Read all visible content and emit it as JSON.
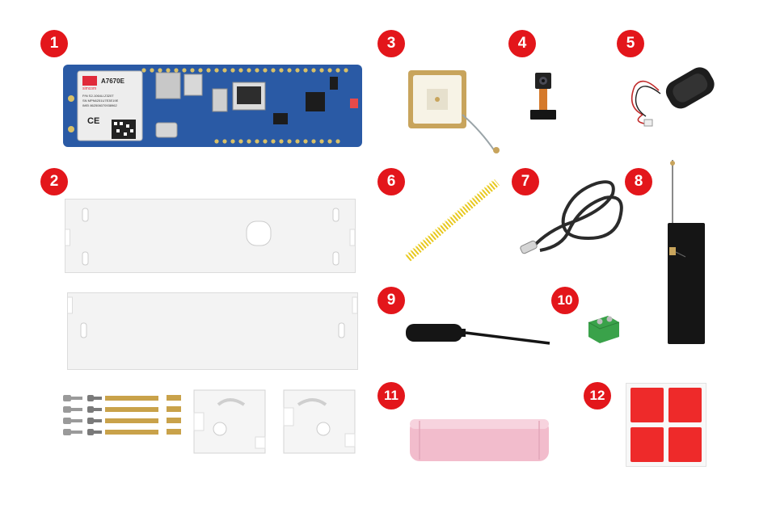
{
  "badges": [
    "1",
    "2",
    "3",
    "4",
    "5",
    "6",
    "7",
    "8",
    "9",
    "10",
    "11",
    "12"
  ],
  "board": {
    "module_label": "A7670E",
    "brand_label": "simcom",
    "ce_mark": "CE",
    "pn_line": "P/N S2-1064U-Z320T",
    "sn_line": "SN MPN6251U7E3E19E",
    "imei_line": "IMEI 862506070938962"
  },
  "colors": {
    "badge": "#e3161b",
    "board": "#2a5aa5",
    "acrylic": "#f3f3f3",
    "battery": "#f2bccc",
    "pad": "#ee2a2a",
    "header_pin": "#e8c81e",
    "terminal": "#3aa24a",
    "brass": "#c9a24a"
  }
}
